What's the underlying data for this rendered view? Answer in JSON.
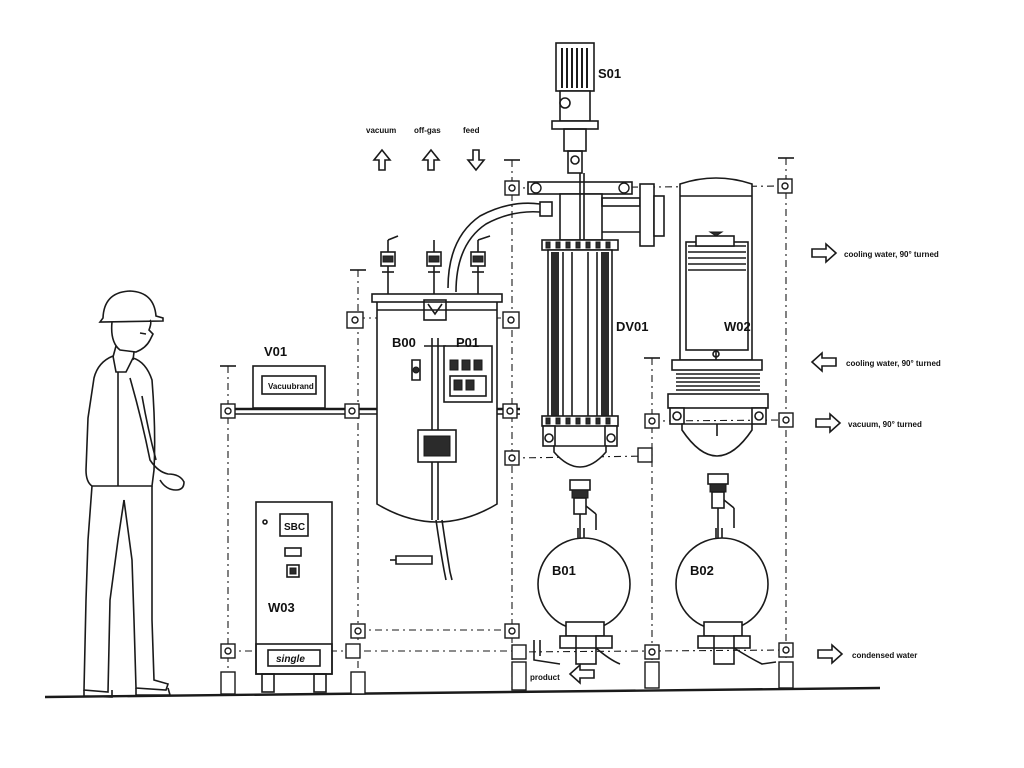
{
  "labels": {
    "s01": "S01",
    "v01": "V01",
    "b00": "B00",
    "p01": "P01",
    "dv01": "DV01",
    "w02": "W02",
    "w03": "W03",
    "b01": "B01",
    "b02": "B02",
    "product": "product"
  },
  "top_arrows": {
    "vacuum": "vacuum",
    "offgas": "off-gas",
    "feed": "feed"
  },
  "right_arrows": {
    "cooling_out": "cooling water, 90° turned",
    "cooling_in": "cooling water, 90° turned",
    "vacuum": "vacuum, 90° turned",
    "condensed": "condensed water"
  },
  "plates": {
    "v01_brand": "Vacuubrand",
    "w03_logo": "SBC",
    "w03_brand": "single"
  }
}
